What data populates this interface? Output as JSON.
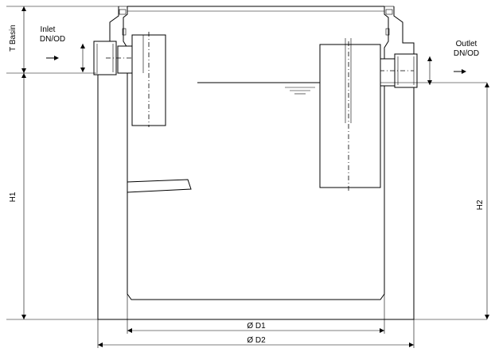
{
  "labels": {
    "inlet": "Inlet",
    "inlet_dn": "DN/OD",
    "outlet": "Outlet",
    "outlet_dn": "DN/OD",
    "t_basin": "T Basin",
    "h1": "H1",
    "h2": "H2",
    "d1": "Ø D1",
    "d2": "Ø D2"
  },
  "colors": {
    "line": "#000000",
    "background": "#ffffff"
  }
}
